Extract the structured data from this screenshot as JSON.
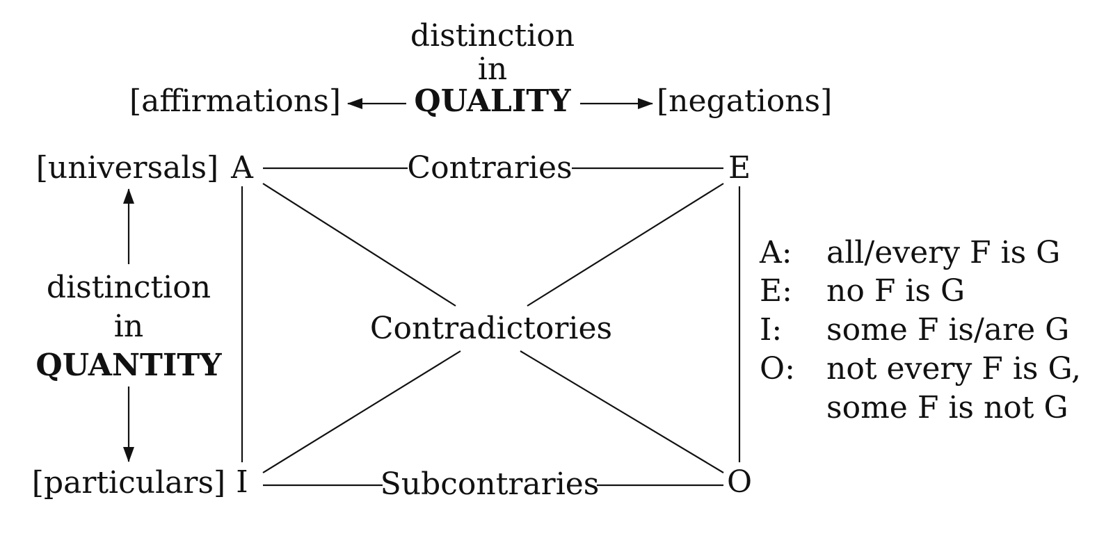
{
  "quality": {
    "line1": "distinction",
    "line2": "in",
    "keyword": "QUALITY",
    "left": "[affirmations]",
    "right": "[negations]"
  },
  "quantity": {
    "line1": "distinction",
    "line2": "in",
    "keyword": "QUANTITY",
    "top": "[universals]",
    "bottom": "[particulars]"
  },
  "corners": {
    "a": "A",
    "e": "E",
    "i": "I",
    "o": "O"
  },
  "relations": {
    "top": "Contraries",
    "diagonal": "Contradictories",
    "bottom": "Subcontraries"
  },
  "legend": [
    {
      "key": "A:",
      "lines": [
        "all/every F is G"
      ]
    },
    {
      "key": "E:",
      "lines": [
        "no F is G"
      ]
    },
    {
      "key": "I:",
      "lines": [
        "some F is/are G"
      ]
    },
    {
      "key": "O:",
      "lines": [
        "not every F is G,",
        "some F is not G"
      ]
    }
  ]
}
